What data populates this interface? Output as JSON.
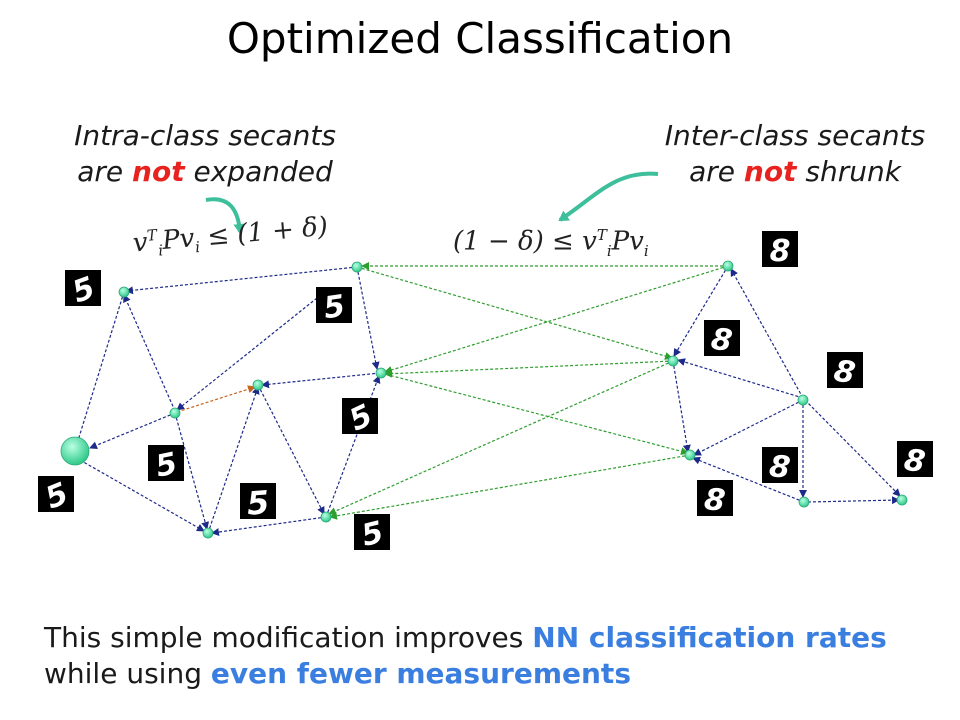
{
  "title": "Optimized Classification",
  "callouts": {
    "left": {
      "line1": "Intra-class secants",
      "line2_pre": "are ",
      "line2_em": "not",
      "line2_post": " expanded"
    },
    "right": {
      "line1": "Inter-class secants",
      "line2_pre": "are ",
      "line2_em": "not",
      "line2_post": " shrunk"
    }
  },
  "formulas": {
    "left": {
      "v": "v",
      "v_sup": "T",
      "v_sub": "i",
      "middle": "Pv",
      "mid_sub": "i",
      "rhs": " ≤ (1 + δ)"
    },
    "right": {
      "lhs": "(1 − δ) ≤ ",
      "v": "v",
      "v_sup": "T",
      "v_sub": "i",
      "middle": "Pv",
      "mid_sub": "i"
    }
  },
  "bottom": {
    "t1": "This simple modification improves ",
    "b1": "NN classification rates",
    "t2": " while using ",
    "b2": "even fewer measurements"
  },
  "digits": {
    "class_five": [
      "5",
      "5",
      "5",
      "5",
      "5",
      "5",
      "5"
    ],
    "class_eight": [
      "8",
      "8",
      "8",
      "8",
      "8",
      "8"
    ]
  },
  "colors": {
    "intra_edge": "#1e2a8a",
    "inter_edge": "#2e9e2e",
    "highlight_edge": "#c8641e",
    "node": "#4fe0a8",
    "emphasis": "#e8231f",
    "blue_text": "#3a7ee0",
    "arrow": "#3cbf9a"
  }
}
